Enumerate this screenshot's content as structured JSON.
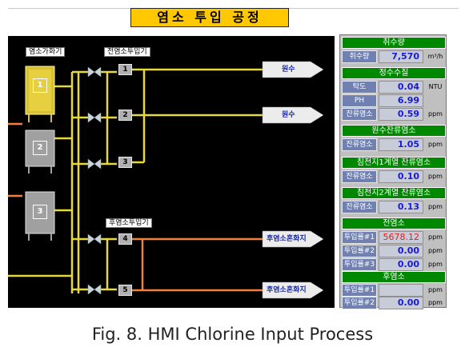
{
  "banner": {
    "title": "염소 투입 공정"
  },
  "hmi": {
    "labels": {
      "tank_group": "염소가화기",
      "pre_inject": "전염소투입기",
      "post_inject": "후염소투입기"
    },
    "tanks": [
      "1",
      "2",
      "3"
    ],
    "injectors": [
      "1",
      "2",
      "3",
      "4",
      "5"
    ],
    "outputs": [
      "원수",
      "원수",
      "후염소혼화지",
      "후염소혼화지"
    ]
  },
  "panel": {
    "intake": {
      "title": "취수량",
      "rows": [
        {
          "label": "취수량",
          "value": "7,570",
          "unit": "m³/h"
        }
      ]
    },
    "raw_quality": {
      "title": "정수수질",
      "rows": [
        {
          "label": "탁도",
          "value": "0.04",
          "unit": "NTU"
        },
        {
          "label": "PH",
          "value": "6.99",
          "unit": ""
        },
        {
          "label": "잔류염소",
          "value": "0.59",
          "unit": "ppm"
        }
      ]
    },
    "raw_chlorine": {
      "title": "원수잔류염소",
      "rows": [
        {
          "label": "잔류염소",
          "value": "1.05",
          "unit": "ppm"
        }
      ]
    },
    "sed1": {
      "title": "침전지1계열 잔류염소",
      "rows": [
        {
          "label": "잔류염소",
          "value": "0.10",
          "unit": "ppm"
        }
      ]
    },
    "sed2": {
      "title": "침전지2계열 잔류염소",
      "rows": [
        {
          "label": "잔류염소",
          "value": "0.13",
          "unit": "ppm"
        }
      ]
    },
    "pre_chlorine": {
      "title": "전염소",
      "rows": [
        {
          "label": "투입률#1",
          "value": "5678.12",
          "unit": "ppm"
        },
        {
          "label": "투입률#2",
          "value": "0.00",
          "unit": "ppm"
        },
        {
          "label": "투입률#3",
          "value": "0.00",
          "unit": "ppm"
        }
      ]
    },
    "post_chlorine": {
      "title": "후염소",
      "rows": [
        {
          "label": "투입률#1",
          "value": "",
          "unit": "ppm"
        },
        {
          "label": "투입률#2",
          "value": "0.00",
          "unit": "ppm"
        }
      ]
    }
  },
  "caption": "Fig. 8. HMI Chlorine Input Process",
  "colors": {
    "pipe_yellow": "#e8d840",
    "pipe_orange": "#f08040",
    "tank_active": "#d8c030",
    "tank_idle": "#a0a0a0",
    "status_green": "#008800",
    "value_blue": "#1a1ad0",
    "value_red": "#e02020"
  }
}
